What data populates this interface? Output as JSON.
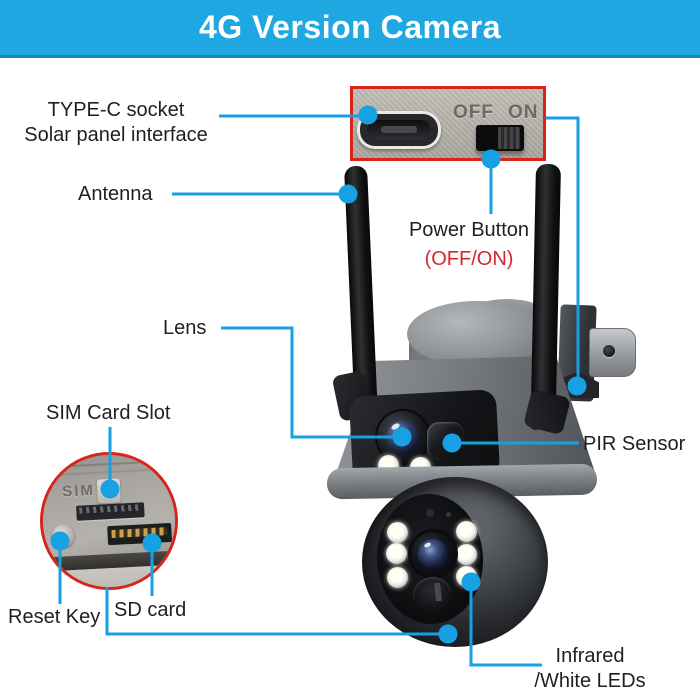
{
  "header": {
    "title": "4G Version Camera",
    "bg_color": "#1fa7e1",
    "text_color": "#ffffff"
  },
  "colors": {
    "leader_line_blue": "#17a0e3",
    "inset_border_red": "#d8251b",
    "warning_text_red": "#d8262c",
    "label_text": "#1e1f21"
  },
  "labels": {
    "typec_line1": "TYPE-C socket",
    "typec_line2": "Solar panel interface",
    "antenna": "Antenna",
    "power_button": "Power Button",
    "power_mode": "(OFF/ON)",
    "lens": "Lens",
    "sim_card_slot": "SIM Card Slot",
    "pir_sensor": "PIR Sensor",
    "reset_key": "Reset Key",
    "sd_card": "SD card",
    "infrared_line1": "Infrared",
    "infrared_line2": "/White LEDs"
  },
  "port_inset": {
    "off_label": "OFF",
    "on_label": "ON"
  },
  "sim_inset": {
    "engraved_label": "SIM"
  }
}
